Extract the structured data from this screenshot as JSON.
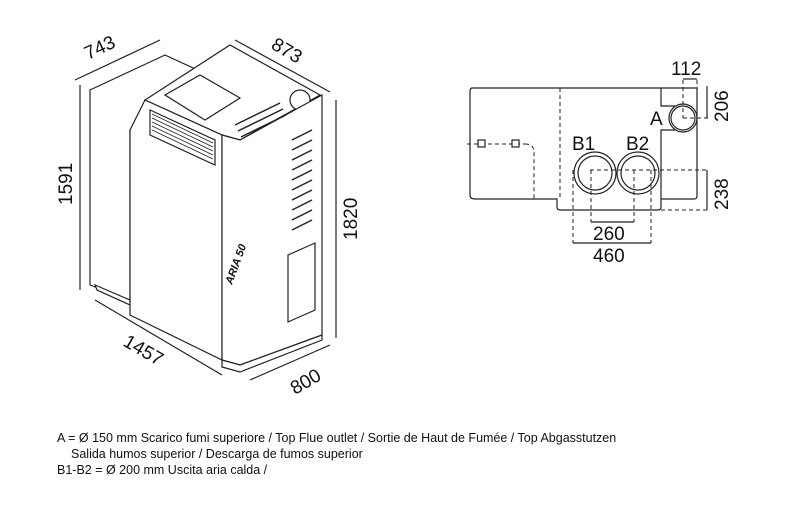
{
  "iso_view": {
    "dims": {
      "depth_top": "743",
      "width_top": "873",
      "height_left": "1591",
      "height_right": "1820",
      "length_bottom": "1457",
      "depth_bottom": "800"
    },
    "model_label": "ARIA 50"
  },
  "top_view": {
    "labels": {
      "a": "A",
      "b1": "B1",
      "b2": "B2"
    },
    "dims": {
      "d112": "112",
      "d206": "206",
      "d238": "238",
      "d260": "260",
      "d460": "460"
    }
  },
  "legend": {
    "line1": "A = Ø 150 mm  Scarico fumi superiore / Top Flue outlet / Sortie de Haut de Fumée / Top Abgasstutzen",
    "line2": "Salida humos superior / Descarga de fumos superior",
    "line3": "B1-B2 = Ø 200 mm  Uscita aria calda /"
  }
}
